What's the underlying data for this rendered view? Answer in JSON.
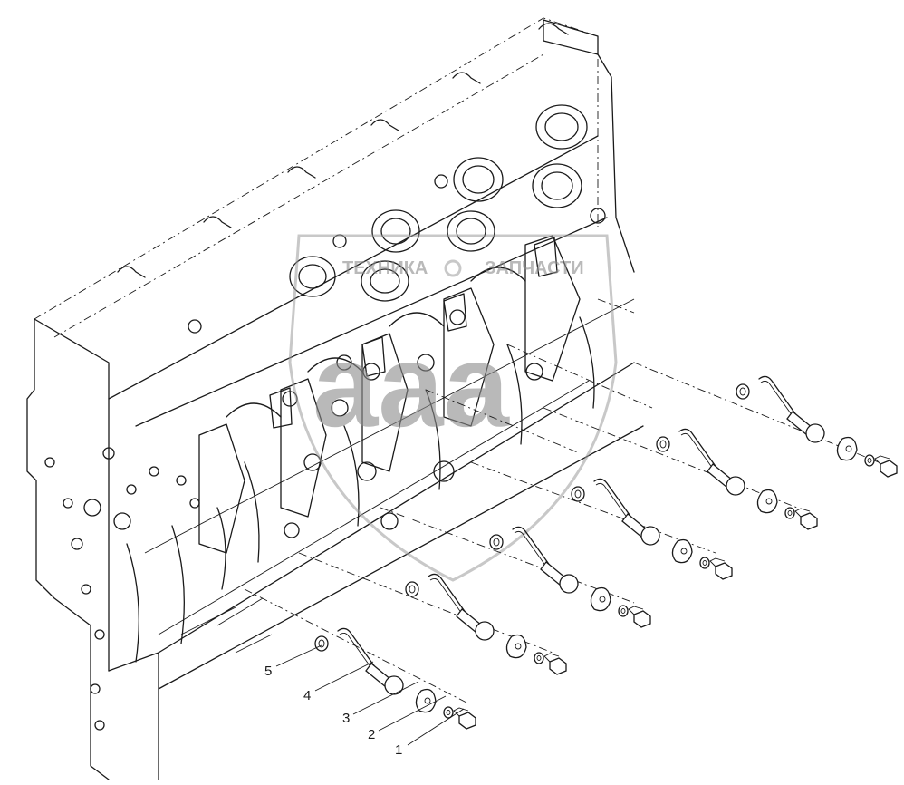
{
  "diagram": {
    "title": "",
    "callouts": [
      {
        "label": "5",
        "part": "sealing washer"
      },
      {
        "label": "4",
        "part": "piston cooling nozzle"
      },
      {
        "label": "3",
        "part": "plate washer"
      },
      {
        "label": "2",
        "part": "lock washer"
      },
      {
        "label": "1",
        "part": "bolt"
      }
    ]
  },
  "watermark": {
    "left_text": "ТЕХНИКА",
    "right_text": "ЗАПЧАСТИ",
    "logo_letters": "aaa"
  },
  "colors": {
    "ink": "#1a1a1a",
    "paper": "#ffffff",
    "watermark": "#8c8c8c"
  }
}
